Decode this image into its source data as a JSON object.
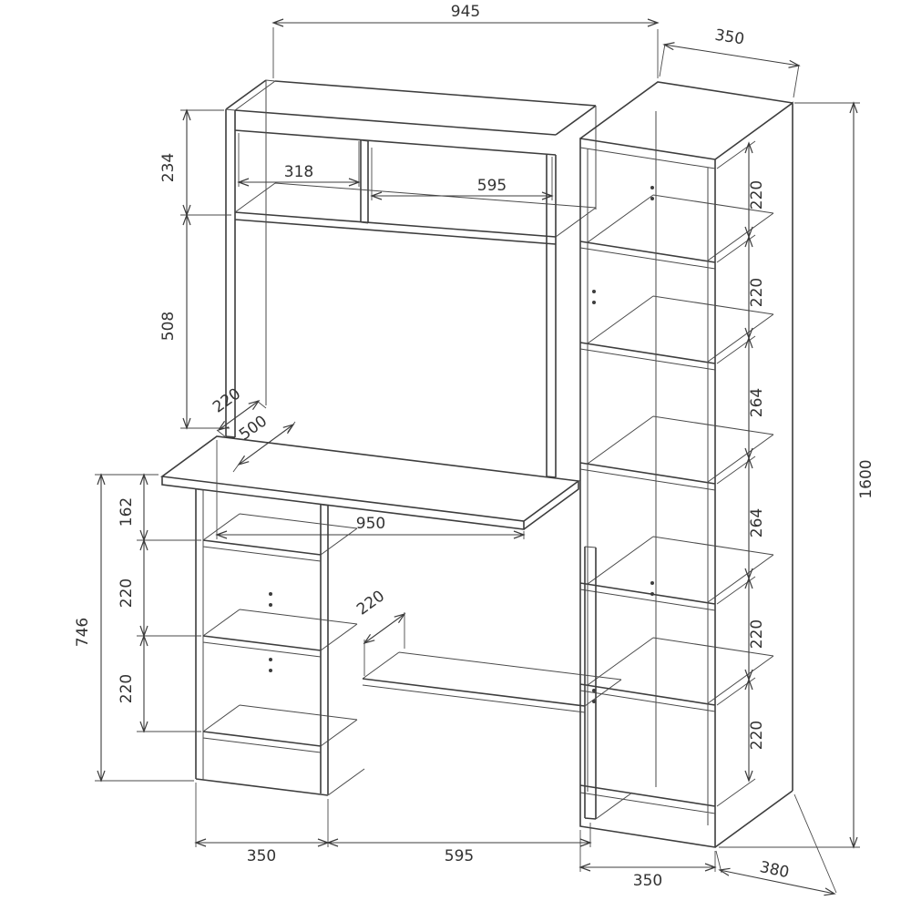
{
  "drawing": {
    "units": "mm",
    "type": "desk-with-hutch-and-bookcase-technical-drawing",
    "top_dims": {
      "hutch_width": "945",
      "bookcase_width": "350"
    },
    "hutch": {
      "upper_section": "234",
      "left_compartment": "318",
      "right_compartment": "595",
      "opening_height": "508",
      "side_depth": "220"
    },
    "desk": {
      "depth": "500",
      "width": "950",
      "top_to_shelf": "162"
    },
    "pedestal": {
      "height": "746",
      "gap_upper": "220",
      "gap_lower": "220",
      "width": "350"
    },
    "center": {
      "shelf_clearance": "220",
      "span": "595"
    },
    "bookcase": {
      "gap_1": "220",
      "gap_2": "220",
      "gap_3": "264",
      "gap_4": "264",
      "gap_5": "220",
      "gap_6": "220",
      "height": "1600",
      "width": "350",
      "depth": "380"
    }
  }
}
